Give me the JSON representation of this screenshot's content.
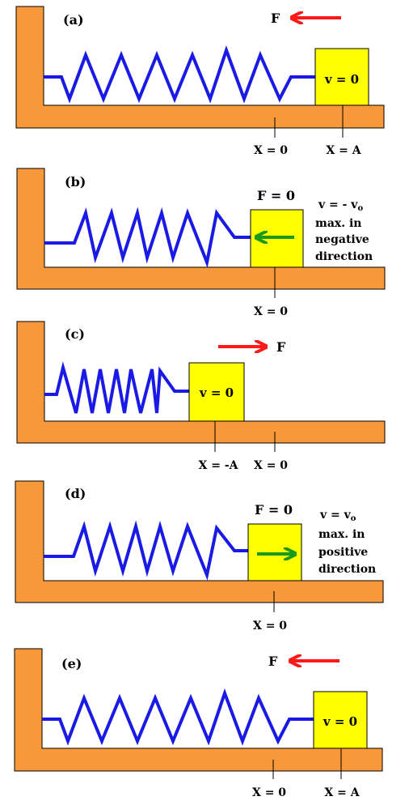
{
  "colors": {
    "wall": "#f7993a",
    "wall_stroke": "#000000",
    "spring": "#1a1ae6",
    "block": "#ffff00",
    "force_arrow": "#ff1a1a",
    "velocity_arrow": "#1a9a1a"
  },
  "panels": [
    {
      "id": "a",
      "label": "(a)",
      "force_label": "F",
      "force_direction": "left",
      "block_label": "v = 0",
      "axis_labels": [
        "X = 0",
        "X = A"
      ]
    },
    {
      "id": "b",
      "label": "(b)",
      "force_label": "F = 0",
      "velocity": {
        "prefix": "v = - v",
        "sub": "o"
      },
      "velocity_direction": "left",
      "note_lines": [
        "max. in",
        "negative",
        "direction"
      ],
      "axis_labels": [
        "X = 0"
      ]
    },
    {
      "id": "c",
      "label": "(c)",
      "force_label": "F",
      "force_direction": "right",
      "block_label": "v = 0",
      "axis_labels": [
        "X = -A",
        "X = 0"
      ]
    },
    {
      "id": "d",
      "label": "(d)",
      "force_label": "F = 0",
      "velocity": {
        "prefix": "v = v",
        "sub": "o"
      },
      "velocity_direction": "right",
      "note_lines": [
        "max. in",
        "positive",
        "direction"
      ],
      "axis_labels": [
        "X = 0"
      ]
    },
    {
      "id": "e",
      "label": "(e)",
      "force_label": "F",
      "force_direction": "left",
      "block_label": "v = 0",
      "axis_labels": [
        "X = 0",
        "X = A"
      ]
    }
  ]
}
